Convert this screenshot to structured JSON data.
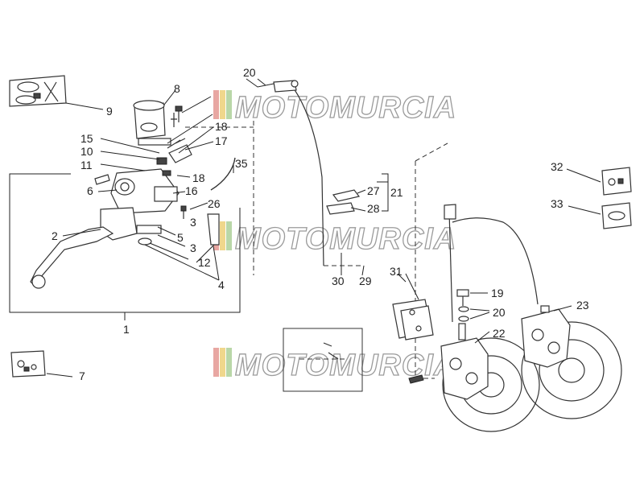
{
  "watermark": {
    "text": "MOTOMURCIA",
    "stripe_colors": [
      "#e8a7a2",
      "#f0d78c",
      "#b9d7a8"
    ]
  },
  "callouts": {
    "n1": "1",
    "n2": "2",
    "n3a": "3",
    "n3b": "3",
    "n4": "4",
    "n5": "5",
    "n6": "6",
    "n7": "7",
    "n8": "8",
    "n9": "9",
    "n10": "10",
    "n11": "11",
    "n12": "12",
    "n15": "15",
    "n16": "16",
    "n17": "17",
    "n18a": "18",
    "n18b": "18",
    "n19": "19",
    "n20a": "20",
    "n20b": "20",
    "n21": "21",
    "n22": "22",
    "n23": "23",
    "n26": "26",
    "n27": "27",
    "n28": "28",
    "n29": "29",
    "n30": "30",
    "n31": "31",
    "n32": "32",
    "n33": "33",
    "n35": "35"
  }
}
